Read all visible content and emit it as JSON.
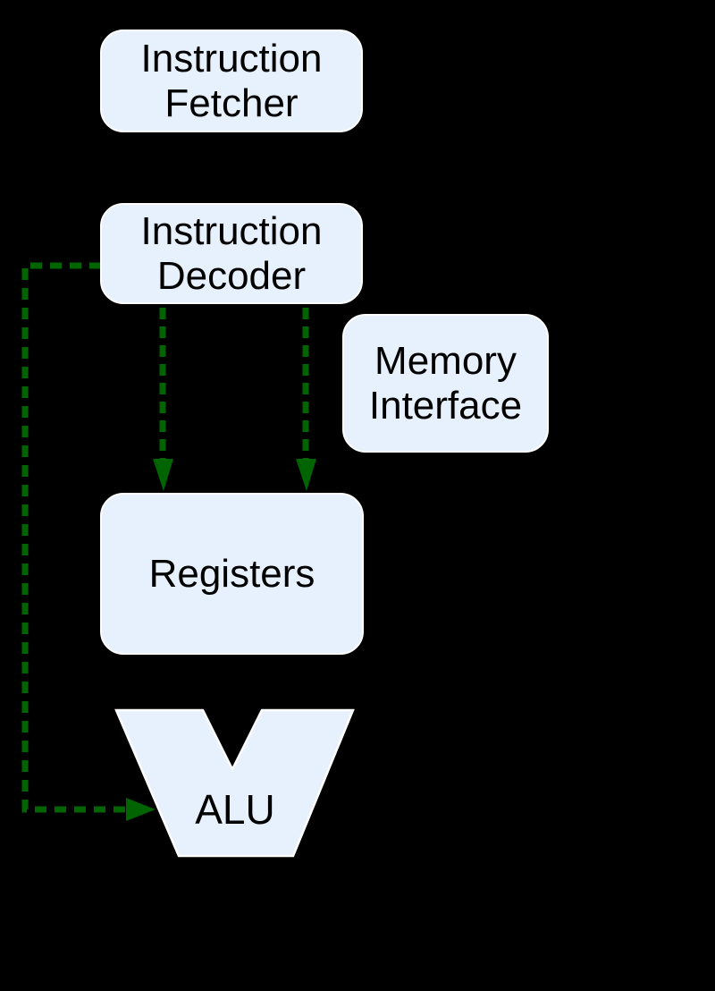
{
  "diagram": {
    "colors": {
      "background": "#000000",
      "node_fill": "#E7F1FD",
      "node_border": "#FFFFFF",
      "edge_green": "#006400",
      "text": "#000000"
    },
    "nodes": {
      "instruction_fetcher": {
        "line1": "Instruction",
        "line2": "Fetcher"
      },
      "instruction_decoder": {
        "line1": "Instruction",
        "line2": "Decoder"
      },
      "memory_interface": {
        "line1": "Memory",
        "line2": "Interface"
      },
      "registers": {
        "label": "Registers"
      },
      "alu": {
        "label": "ALU"
      }
    },
    "edges": [
      {
        "from": "instruction_decoder",
        "to": "alu",
        "style": "dashed",
        "color": "#006400",
        "route": "left-side around Registers"
      },
      {
        "from": "instruction_decoder",
        "to": "registers",
        "style": "dashed",
        "color": "#006400",
        "route": "vertical left"
      },
      {
        "from": "instruction_decoder",
        "to": "registers",
        "style": "dashed",
        "color": "#006400",
        "route": "vertical right"
      }
    ]
  }
}
